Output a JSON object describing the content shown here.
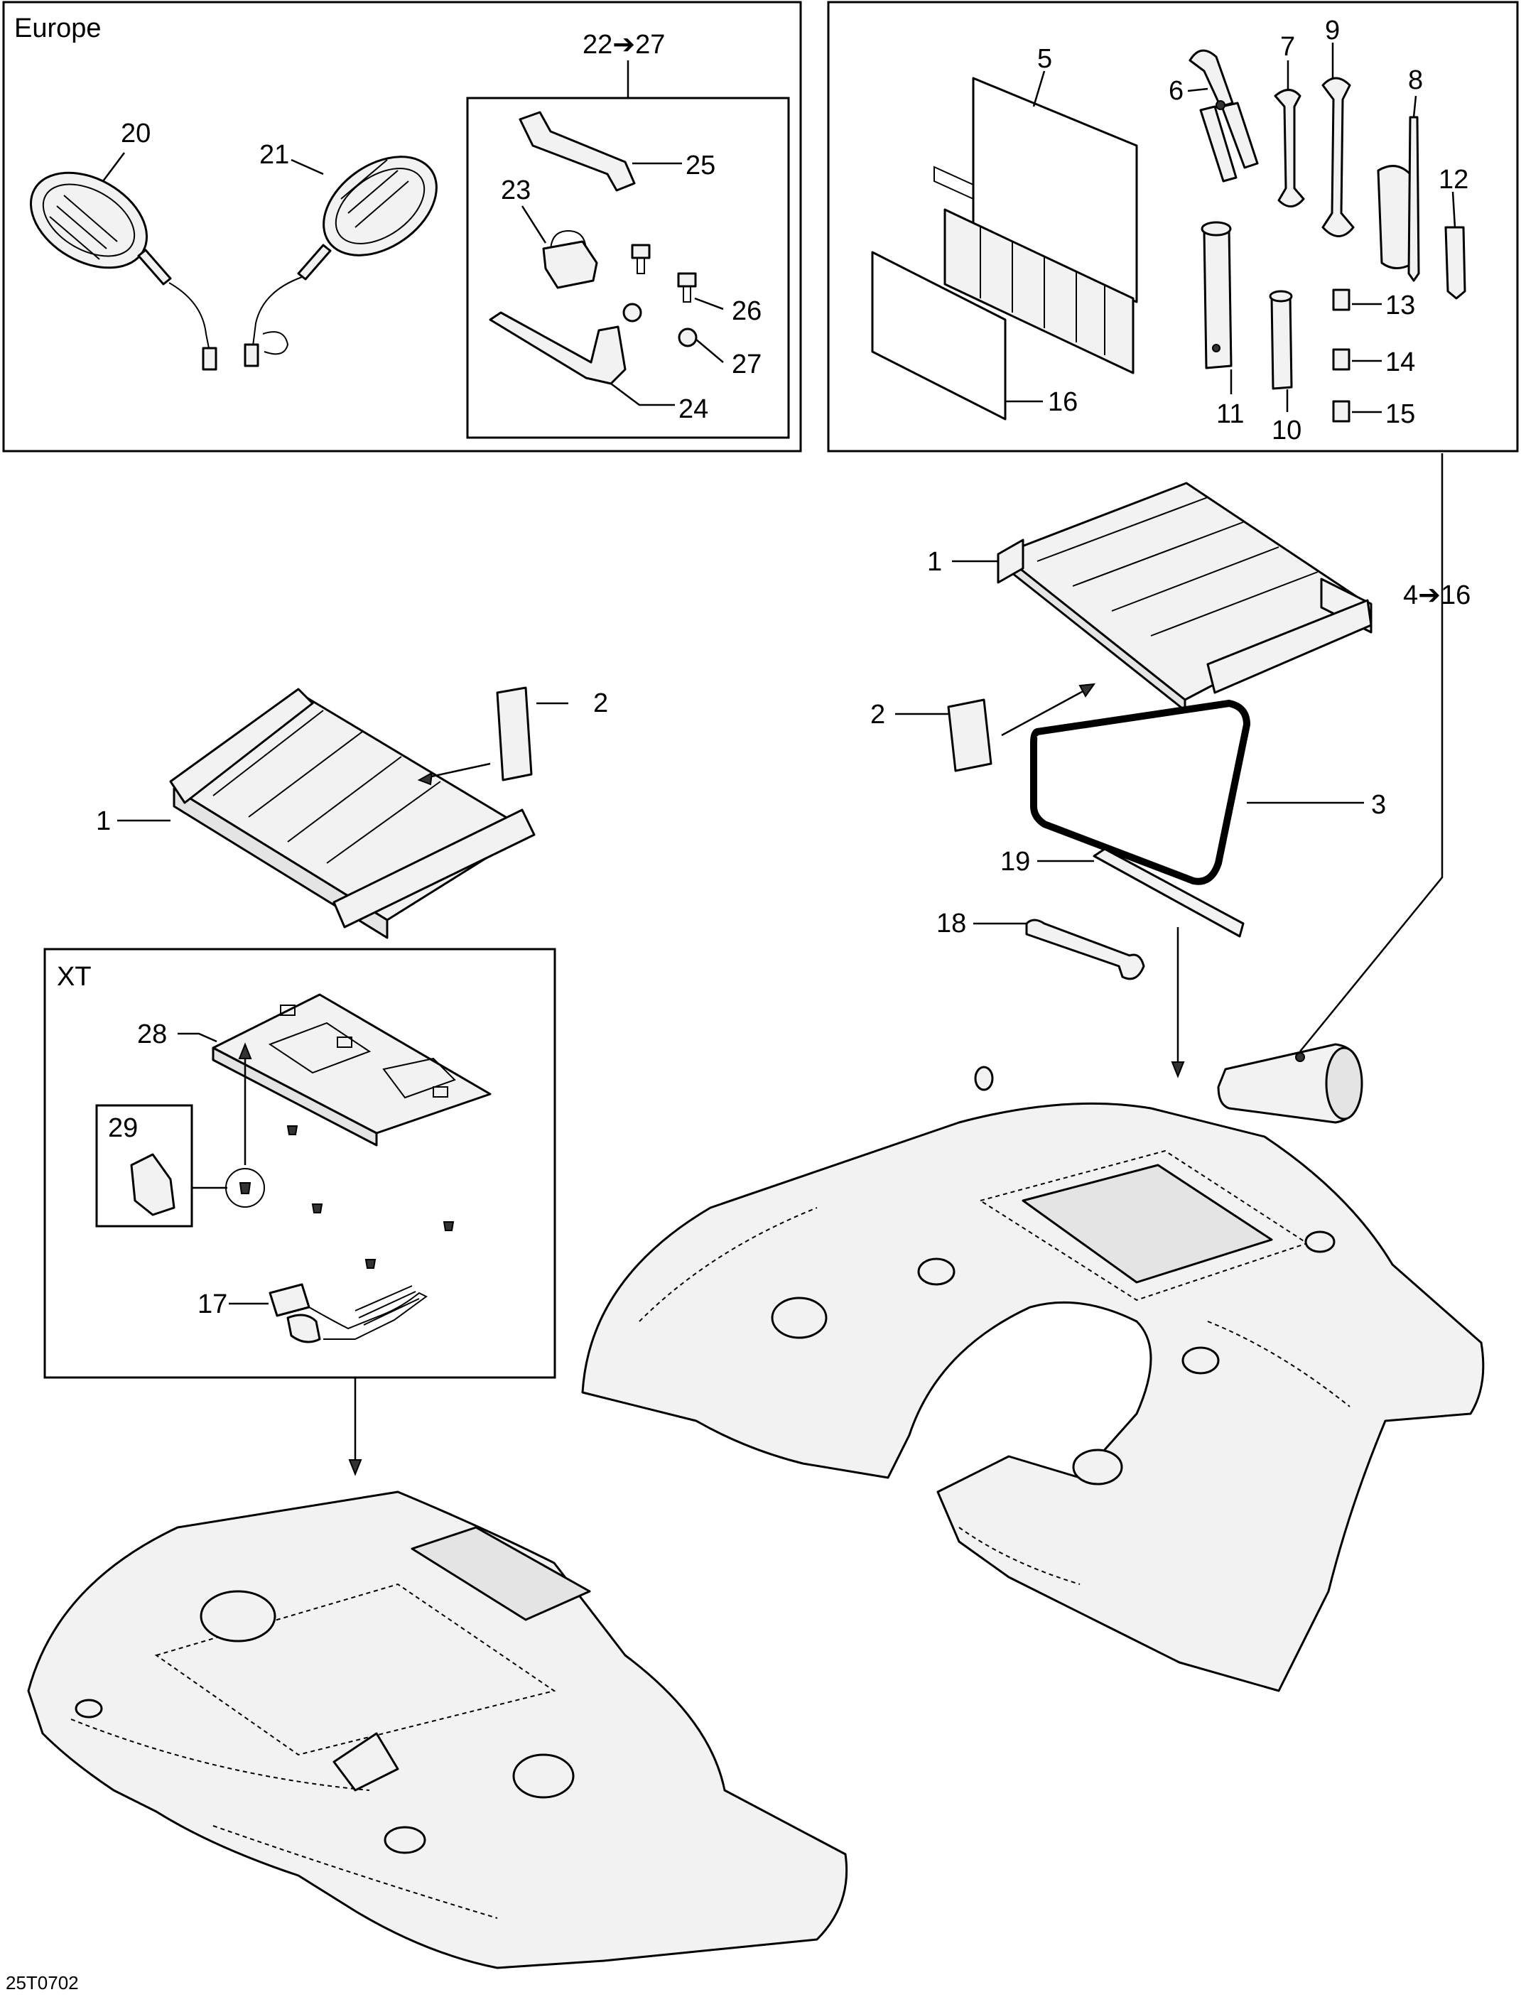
{
  "diagram_code": "25T0702",
  "boxes": {
    "europe": "Europe",
    "xt": "XT"
  },
  "ranges": {
    "r22_27": "22➔27",
    "r4_16": "4➔16"
  },
  "callouts": {
    "c1a": "1",
    "c1b": "1",
    "c2a": "2",
    "c2b": "2",
    "c3": "3",
    "c5": "5",
    "c6": "6",
    "c7": "7",
    "c8": "8",
    "c9": "9",
    "c10": "10",
    "c11": "11",
    "c12": "12",
    "c13": "13",
    "c14": "14",
    "c15": "15",
    "c16": "16",
    "c17": "17",
    "c18": "18",
    "c19": "19",
    "c20": "20",
    "c21": "21",
    "c23": "23",
    "c24": "24",
    "c25": "25",
    "c26": "26",
    "c27": "27",
    "c28": "28",
    "c29": "29"
  }
}
